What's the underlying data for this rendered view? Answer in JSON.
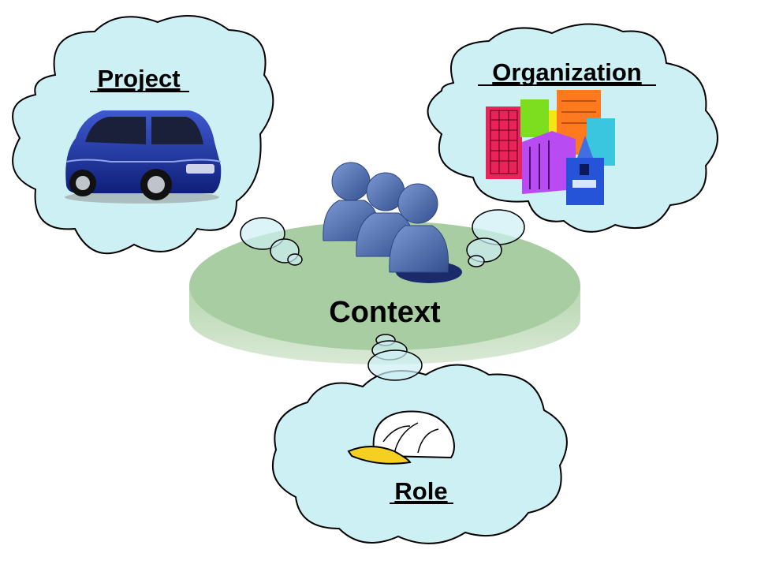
{
  "labels": {
    "project": "Project",
    "organization": "Organization",
    "role": "Role",
    "context": "Context"
  },
  "colors": {
    "cloud_fill": "#cdf0f5",
    "cloud_stroke": "#000000",
    "platform_top": "#a8cca0",
    "platform_side": "#c5dcc0",
    "people": "#5574b6",
    "people_shadow": "#1a2a6a",
    "car": "#1a2f9a",
    "cap_visor": "#f5d021"
  },
  "icons": {
    "project": "car-icon",
    "organization": "buildings-icon",
    "role": "cap-icon",
    "context": "people-group-icon"
  }
}
